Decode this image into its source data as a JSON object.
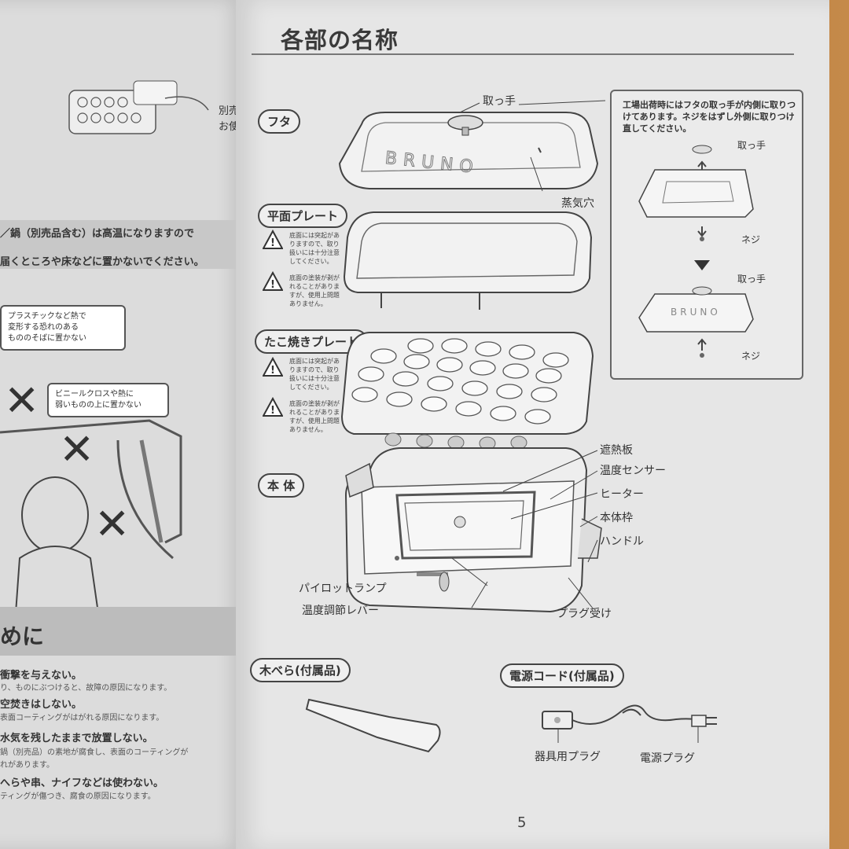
{
  "right_page": {
    "title": "各部の名称",
    "page_number": "5",
    "sections": {
      "futa": "フタ",
      "flat_plate": "平面プレート",
      "takoyaki_plate": "たこ焼きプレート",
      "body": "本 体",
      "spatula": "木べら(付属品)",
      "power_cord": "電源コード(付属品)"
    },
    "parts": {
      "handle_knob": "取っ手",
      "steam_hole": "蒸気穴",
      "heat_shield": "遮熱板",
      "temp_sensor": "温度センサー",
      "heater": "ヒーター",
      "body_frame": "本体枠",
      "handle": "ハンドル",
      "pilot_lamp": "パイロットランプ",
      "temp_lever": "温度調節レバー",
      "plug_receiver": "プラグ受け",
      "appliance_plug": "器具用プラグ",
      "power_plug": "電源プラグ"
    },
    "lid_brand": "BRUNO",
    "note": {
      "text": "工場出荷時にはフタの取っ手が内側に取りつけてあります。ネジをはずし外側に取りつけ直してください。",
      "knob_label_1": "取っ手",
      "screw_label_1": "ネジ",
      "knob_label_2": "取っ手",
      "screw_label_2": "ネジ",
      "brand": "BRUNO"
    },
    "warnings": {
      "flat_1": "底面には突起がありますので、取り扱いには十分注意してください。",
      "flat_2": "底面の塗装が剥がれることがありますが、使用上問題ありません。",
      "tako_1": "底面には突起がありますので、取り扱いには十分注意してください。",
      "tako_2": "底面の塗装が剥がれることがありますが、使用上問題ありません。"
    }
  },
  "left_page": {
    "top_text_1": "別売",
    "top_text_2": "お使",
    "band_line_1": "／鍋（別売品含む）は高温になりますので",
    "band_line_2": "届くところや床などに置かないでください。",
    "bubble_1": "プラスチックなど熱で\n変形する恐れのある\nもののそばに置かない",
    "bubble_2": "ビニールクロスや熱に\n弱いものの上に置かない",
    "heading": "めに",
    "items": [
      {
        "bold": "衝撃を与えない。",
        "sub": "り、ものにぶつけると、故障の原因になります。"
      },
      {
        "bold": "空焚きはしない。",
        "sub": "表面コーティングがはがれる原因になります。"
      },
      {
        "bold": "水気を残したままで放置しない。",
        "sub": "鍋（別売品）の素地が腐食し、表面のコーティングが"
      },
      {
        "bold": "",
        "sub": "れがあります。"
      },
      {
        "bold": "へらや串、ナイフなどは使わない。",
        "sub": "ティングが傷つき、腐食の原因になります。"
      }
    ]
  }
}
